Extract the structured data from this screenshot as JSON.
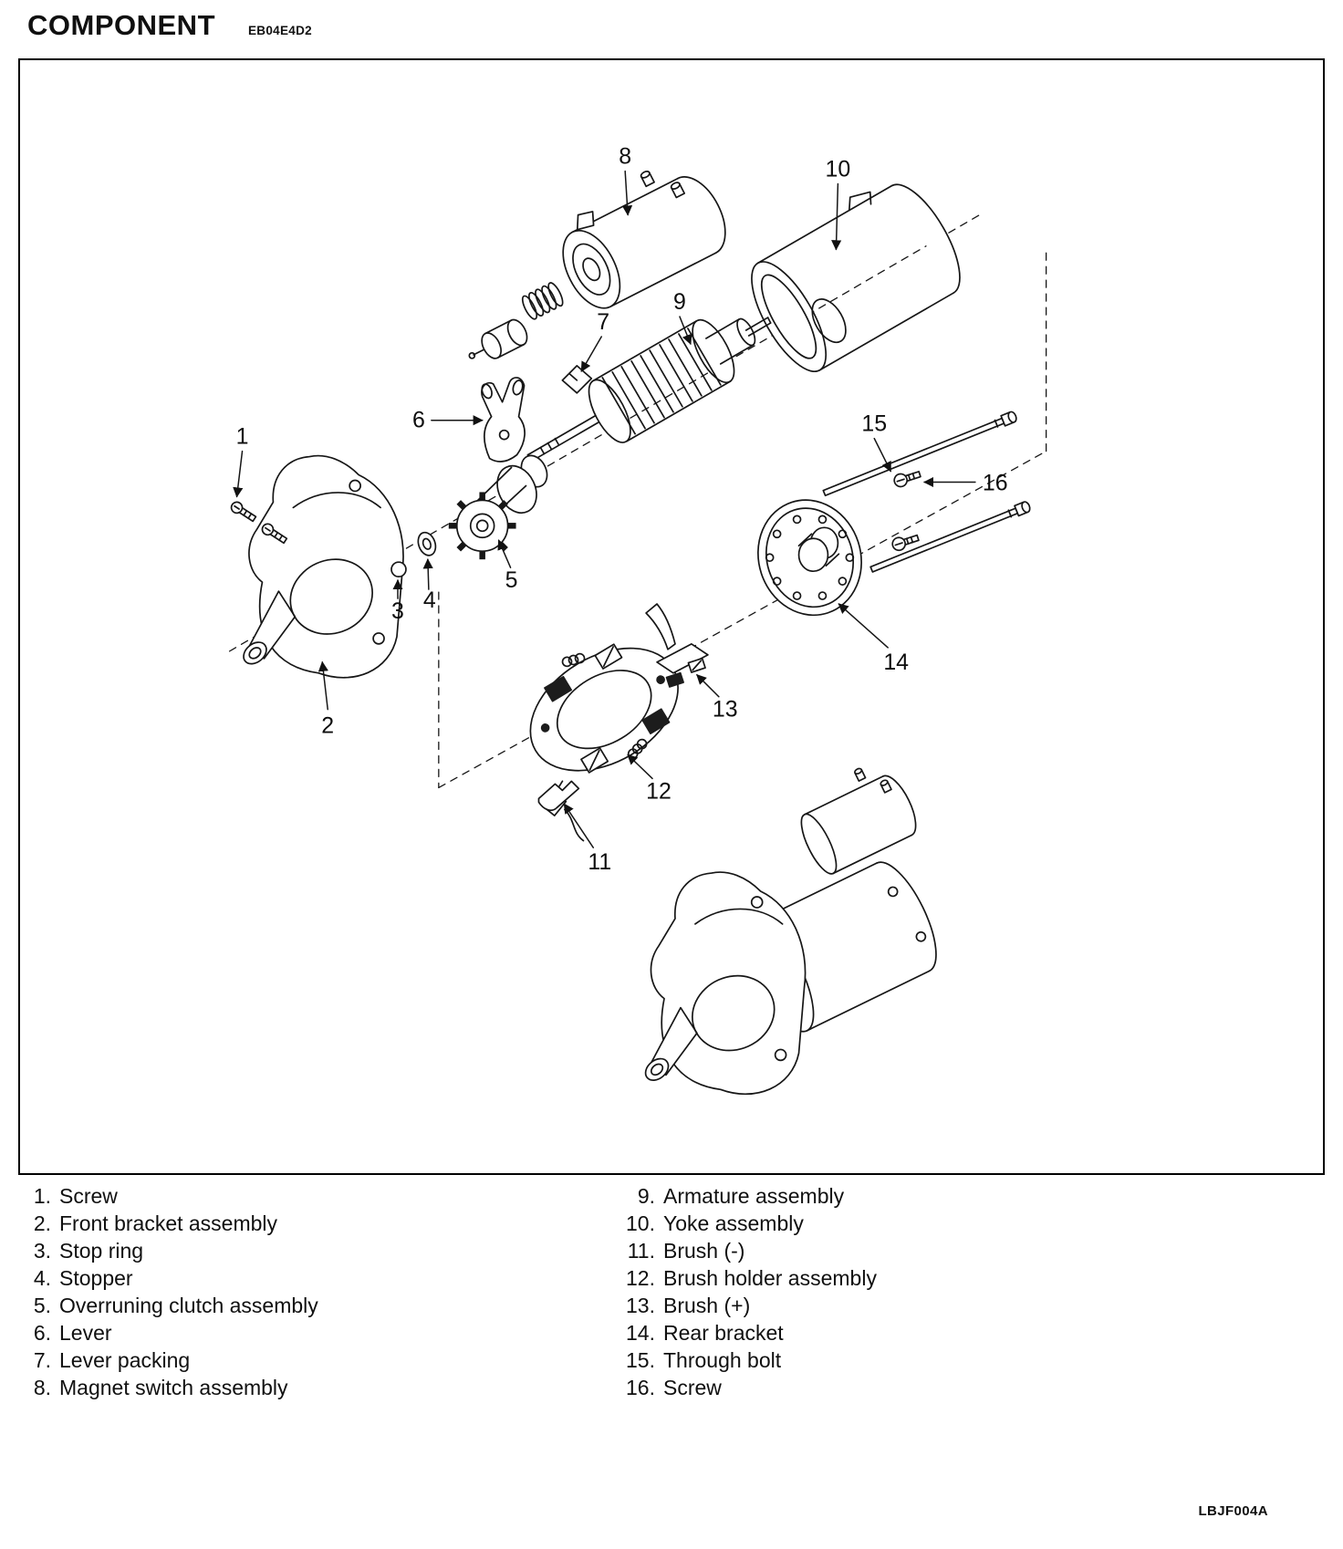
{
  "header": {
    "title": "COMPONENT",
    "code": "EB04E4D2"
  },
  "figure": {
    "ref_code": "LBJF004A"
  },
  "colors": {
    "ink": "#161616",
    "paper": "#ffffff"
  },
  "parts": [
    {
      "callout": "1",
      "num": "1.",
      "label": "Screw"
    },
    {
      "callout": "2",
      "num": "2.",
      "label": "Front bracket assembly"
    },
    {
      "callout": "3",
      "num": "3.",
      "label": "Stop ring"
    },
    {
      "callout": "4",
      "num": "4.",
      "label": "Stopper"
    },
    {
      "callout": "5",
      "num": "5.",
      "label": "Overruning clutch assembly"
    },
    {
      "callout": "6",
      "num": "6.",
      "label": "Lever"
    },
    {
      "callout": "7",
      "num": "7.",
      "label": "Lever packing"
    },
    {
      "callout": "8",
      "num": "8.",
      "label": "Magnet switch assembly"
    },
    {
      "callout": "9",
      "num": "9.",
      "label": "Armature assembly"
    },
    {
      "callout": "10",
      "num": "10.",
      "label": "Yoke assembly"
    },
    {
      "callout": "11",
      "num": "11.",
      "label": "Brush (-)"
    },
    {
      "callout": "12",
      "num": "12.",
      "label": "Brush holder assembly"
    },
    {
      "callout": "13",
      "num": "13.",
      "label": "Brush (+)"
    },
    {
      "callout": "14",
      "num": "14.",
      "label": "Rear bracket"
    },
    {
      "callout": "15",
      "num": "15.",
      "label": "Through bolt"
    },
    {
      "callout": "16",
      "num": "16.",
      "label": "Screw"
    }
  ]
}
